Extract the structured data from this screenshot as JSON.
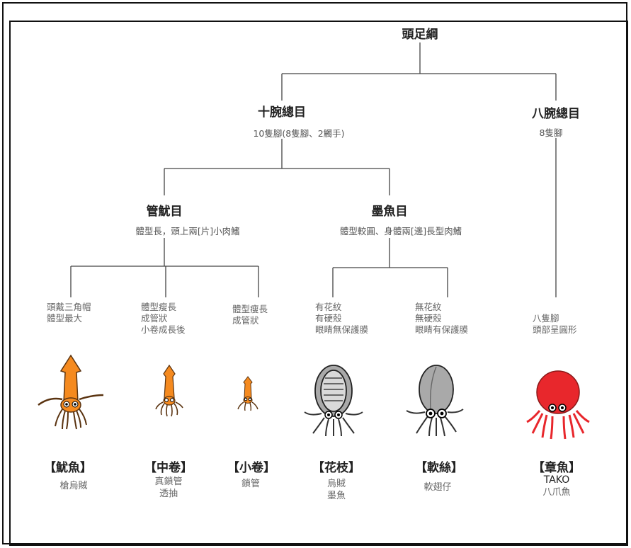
{
  "root": {
    "title": "頭足綱"
  },
  "branches": {
    "decapod": {
      "title": "十腕總目",
      "note": "10隻腳(8隻腳、2觸手)"
    },
    "octopod": {
      "title": "八腕總目",
      "note": "8隻腳"
    }
  },
  "orders": {
    "teuthida": {
      "title": "管魷目",
      "note": "體型長，頭上兩[片]小肉鰭"
    },
    "sepiida": {
      "title": "墨魚目",
      "note": "體型較圓、身體兩[邊]長型肉鰭"
    }
  },
  "leaves": [
    {
      "desc": [
        "頭戴三角帽",
        "體型最大"
      ],
      "name": "【魷魚】",
      "alias": [
        "槍烏賊"
      ]
    },
    {
      "desc": [
        "體型瘦長",
        "成管狀",
        "小卷成長後"
      ],
      "name": "【中卷】",
      "alias": [
        "真鎖管",
        "透抽"
      ]
    },
    {
      "desc": [
        "體型瘦長",
        "成管狀"
      ],
      "name": "【小卷】",
      "alias": [
        "鎖管"
      ]
    },
    {
      "desc": [
        "有花紋",
        "有硬殼",
        "眼睛無保護膜"
      ],
      "name": "【花枝】",
      "alias": [
        "烏賊",
        "墨魚"
      ]
    },
    {
      "desc": [
        "無花紋",
        "無硬殼",
        "眼睛有保護膜"
      ],
      "name": "【軟絲】",
      "alias": [
        "軟翅仔"
      ]
    },
    {
      "desc": [
        "八隻腳",
        "頭部呈圓形"
      ],
      "name": "【章魚】",
      "alias": [
        "TAKO",
        "八爪魚"
      ]
    }
  ],
  "colors": {
    "squid": "#f58a1f",
    "squid_outline": "#5a3310",
    "cuttlefish": "#a9a9a9",
    "octopus": "#e8272c",
    "line": "#444444"
  },
  "icons": [
    "squid-icon",
    "mitre-squid-icon",
    "small-squid-icon",
    "cuttlefish-icon",
    "bigfin-squid-icon",
    "octopus-icon"
  ]
}
